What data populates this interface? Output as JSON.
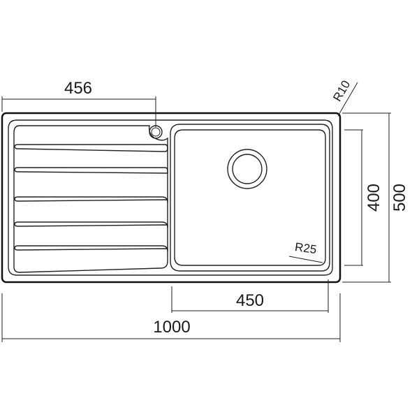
{
  "drawing": {
    "dimensions": {
      "drainer_to_waste": "456",
      "corner_radius_outer": "R10",
      "bowl_height": "400",
      "overall_height": "500",
      "bowl_corner_radius": "R25",
      "bowl_width": "450",
      "overall_width": "1000"
    },
    "line_color": "#111111",
    "background": "#ffffff"
  }
}
